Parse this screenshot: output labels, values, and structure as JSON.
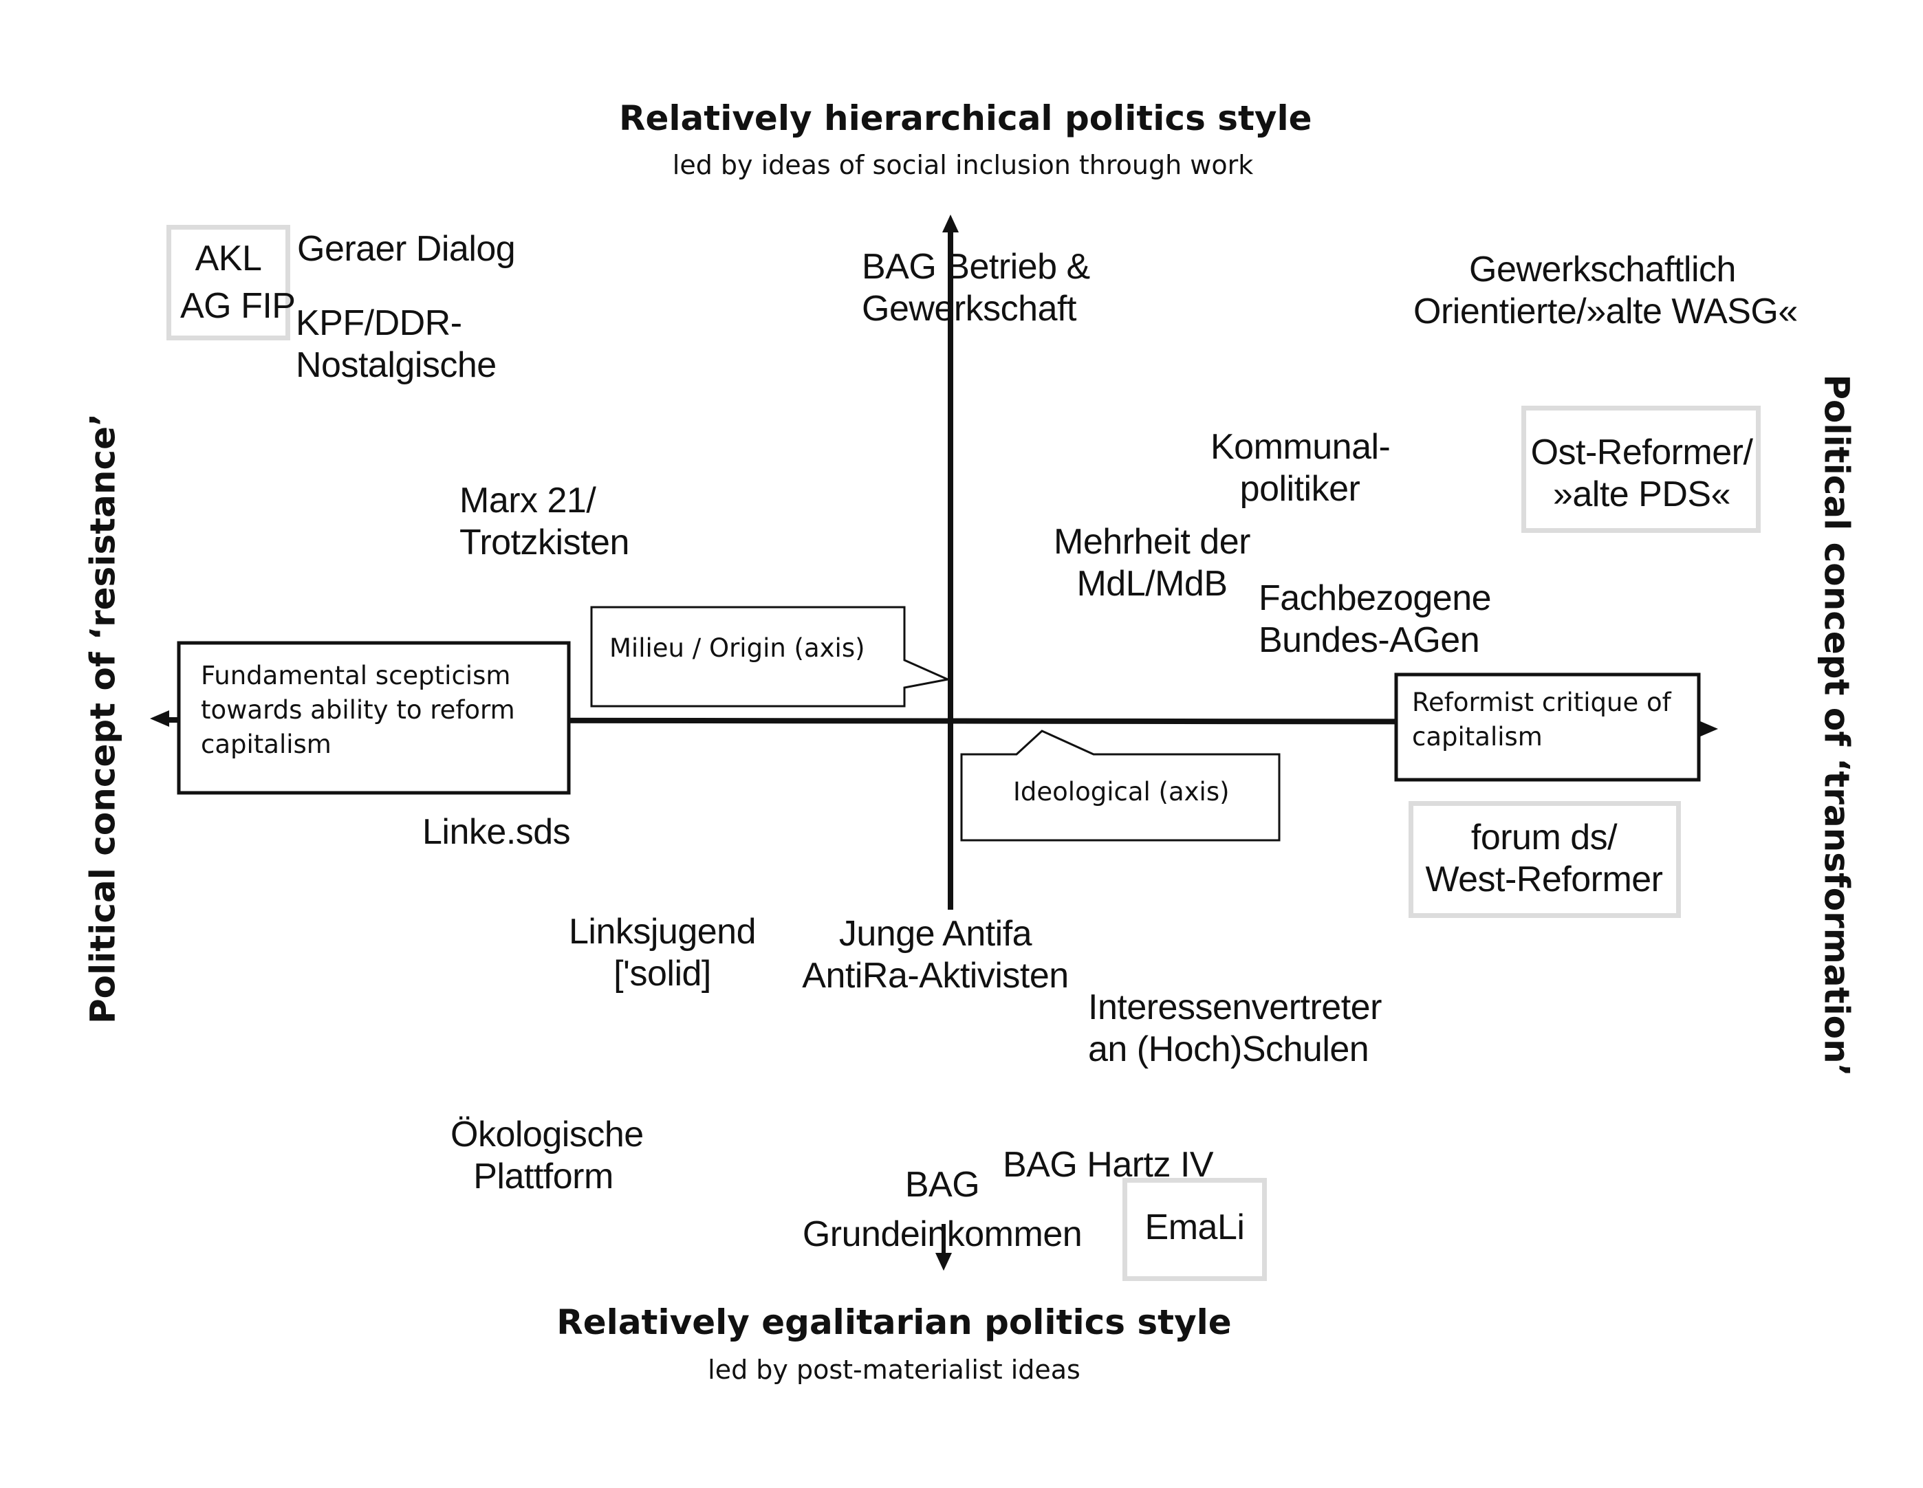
{
  "top_title": "Relatively hierarchical politics style",
  "top_subtitle": "led by ideas of social inclusion through work",
  "bottom_title": "Relatively egalitarian politics style",
  "bottom_subtitle": "led by post-materialist ideas",
  "left_side_label": "Political concept of ‘resistance’",
  "right_side_label": "Political concept of ‘transformation’",
  "left_box": "Fundamental scepticism\ntowards ability to reform\ncapitalism",
  "right_box": "Reformist critique of\ncapitalism",
  "callout_vertical": "Milieu / Origin (axis)",
  "callout_horizontal": "Ideological (axis)",
  "groups": {
    "akl": "AKL\nAG FIP",
    "geraer": "Geraer Dialog",
    "kpf": "KPF/DDR-\nNostalgische",
    "bag_betrieb": "BAG Betrieb &\nGewerkschaft",
    "gewerkschaftlich": "Gewerkschaftlich\nOrientierte/»alte WASG«",
    "kommunal": "Kommunal-\npolitiker",
    "ost_reformer": "Ost-Reformer/\n»alte PDS«",
    "marx21": "Marx 21/\nTrotzkisten",
    "mehrheit": "Mehrheit der\nMdL/MdB",
    "fachbezogene": "Fachbezogene\nBundes-AGen",
    "linke_sds": "Linke.sds",
    "forum_ds": "forum ds/\nWest-Reformer",
    "linksjugend": "Linksjugend\n['solid]",
    "junge_antifa": "Junge Antifa\nAntiRa-Aktivisten",
    "interessen": "Interessenvertreter\nan (Hoch)Schulen",
    "oekologische": "Ökologische\nPlattform",
    "bag_grund": "BAG\nGrundeinkommen",
    "bag_hartz": "BAG Hartz IV",
    "emali": "EmaLi"
  },
  "colors": {
    "ink": "#111111",
    "highlight_border": "#dcdcdc"
  }
}
